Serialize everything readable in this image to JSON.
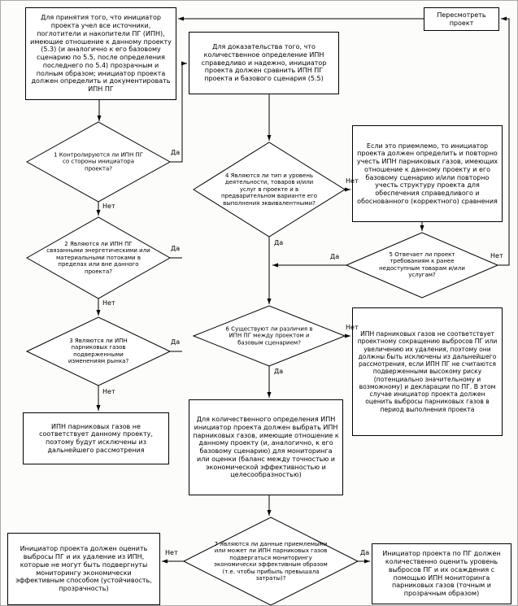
{
  "labels": {
    "yes": "Да",
    "no": "Нет"
  },
  "boxes": {
    "identify": "Для принятия того, что инициатор проекта учел все источники, поглотители и накопители ПГ (ИПН), имеющие отношение к данному проекту (5.3) (и аналогично к его базовому сценарию по 5.5, после определения последнего по 5.4) прозрачным и полным образом; инициатор проекта должен определить и документировать ИПН ПГ",
    "revise": "Пересмотреть проект",
    "compare": "Для доказательства того, что количественное определение ИПН справедливо и надежно, инициатор проекта должен сравнить ИПН ПГ проекта и базового сценария (5.5)",
    "reidentify": "Если это приемлемо, то инициатор проекта должен определить и повторно учесть ИПН парниковых газов, имеющих отношение к данному проекту и его базовому сценарию и/или повторно учесть структуру проекта для обеспечения справедливого и обоснованного (корректного) сравнения",
    "not_relevant": "ИПН парниковых газов не соответствует данному проекту, поэтому будут исключены из дальнейшего рассмотрения",
    "excluded": "ИПН парниковых газов не соответствует проектному сокращению выбросов ПГ или увеличению их удаления, поэтому они должны быть исключены из дальнейшего рассмотрения, если ИПН ПГ не считаются подверженными высокому риску (потенциально значительному и возможному) и декларации по ПГ. В этом случае инициатор проекта должен оценить выбросы парниковых газов в период выполнения проекта",
    "select": "Для количественного определения ИПН инициатор проекта должен выбрать ИПН парниковых газов, имеющие отношение к данному проекту (и, аналогично, к его базовому сценарию) для мониторинга или оценки (баланс между точностью и экономической эффективностью и целесообразностью)",
    "estimate": "Инициатор проекта должен оценить выбросы ПГ и их удаление из ИПН, которые не могут быть подвергнуты мониторингу экономически эффективным способом (устойчивость, прозрачность)",
    "quantify": "Инициатор проекта по ПГ должен количественно оценить уровень выбросов ПГ и их осаждения с помощью ИПН мониторинга парниковых газов (точным и прозрачным образом)"
  },
  "decisions": {
    "d1": "1 Контролируются ли ИПН ПГ со стороны инициатора проекта?",
    "d2": "2 Являются ли ИПН ПГ связанными энергетическими или материальными потоками в пределах или вне данного проекта?",
    "d3": "3 Являются ли ИПН парниковых газов подверженными изменениям рынка?",
    "d4": "4 Являются ли тип и уровень деятельности, товаров и/или услуг в проекте и в предварительном варианте его выполнения эквивалентными?",
    "d5": "5 Отвечает ли проект требованиям к ранее недоступным товарам и/или услугам?",
    "d6": "6 Существуют ли различия в ИПН ПГ между проектом и базовым сценарием?",
    "d7": "7 Являются ли данные приемлемыми или может ли ИПН парниковых газов подвергаться мониторингу экономически эффективным образом (т.е. чтобы прибыль превышала затраты)?"
  }
}
